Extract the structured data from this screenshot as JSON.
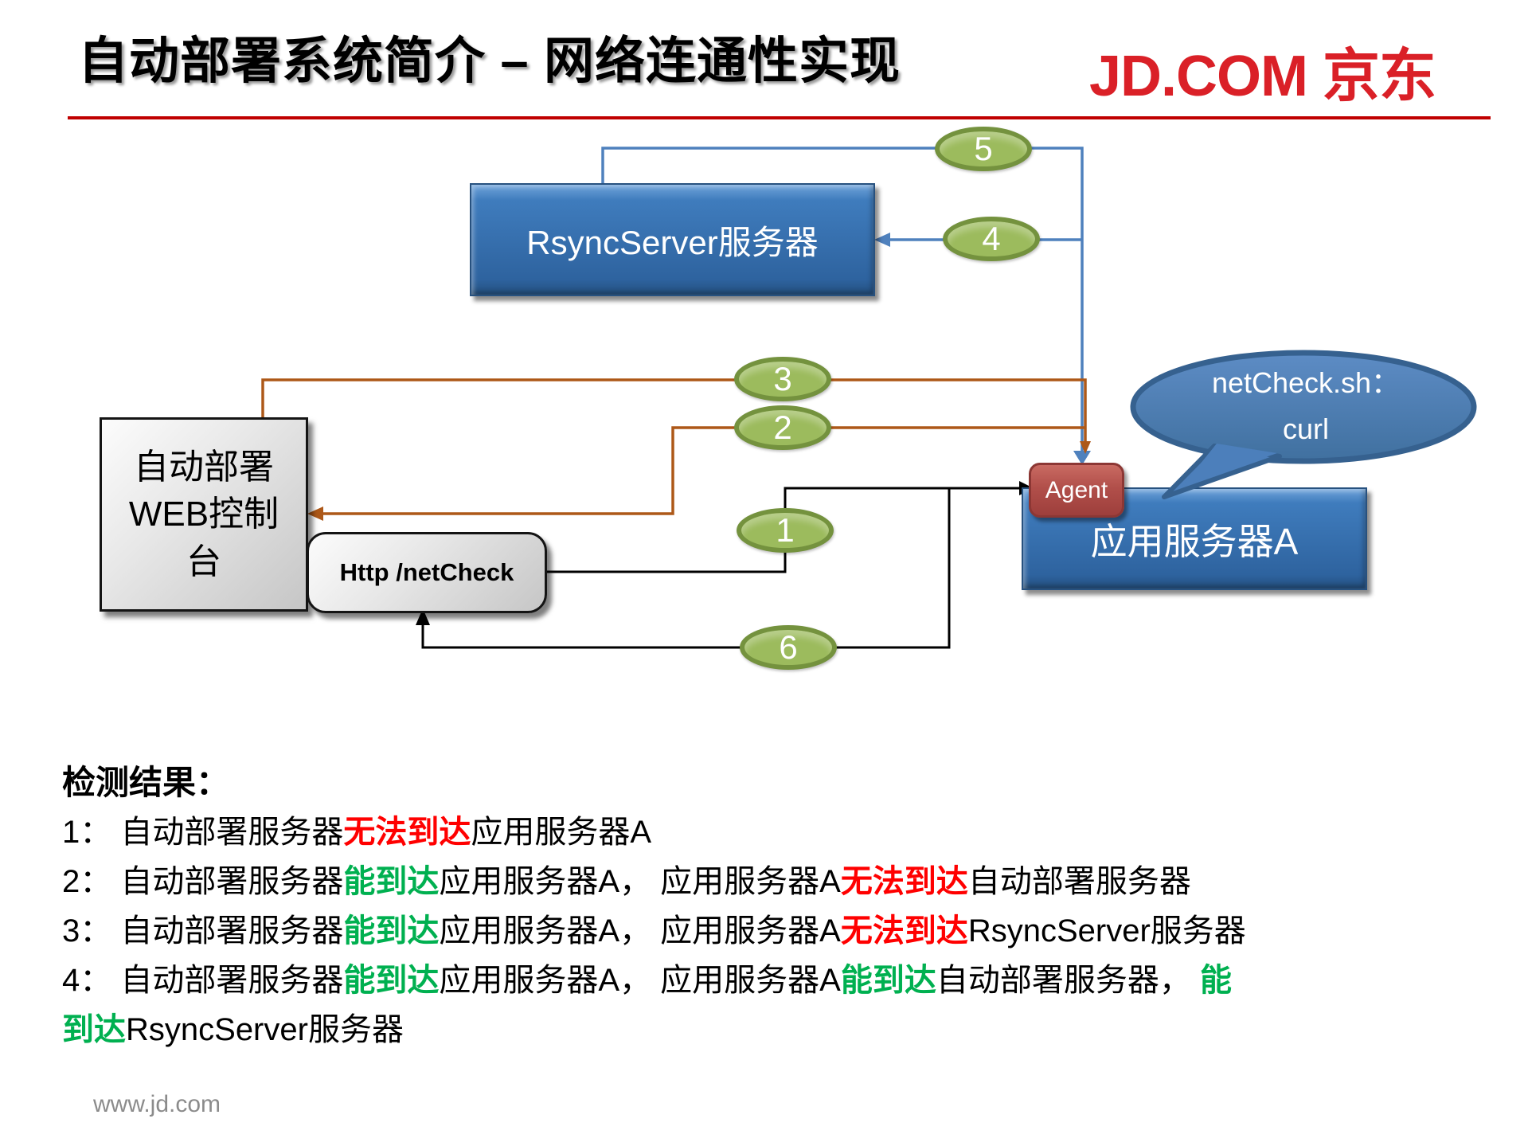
{
  "header": {
    "title": "自动部署系统简介 – 网络连通性实现",
    "logo": "JD.COM 京东"
  },
  "diagram": {
    "rsync_server_label": "RsyncServer服务器",
    "web_console_label": "自动部署\nWEB控制\n台",
    "http_netcheck_label": "Http /netCheck",
    "agent_label": "Agent",
    "app_server_label": "应用服务器A",
    "bubble": {
      "line1": "netCheck.sh：",
      "line2": "curl"
    },
    "badges": [
      {
        "label": "5"
      },
      {
        "label": "4"
      },
      {
        "label": "3"
      },
      {
        "label": "2"
      },
      {
        "label": "1"
      },
      {
        "label": "6"
      }
    ],
    "colors": {
      "blue_line": "#4f81bd",
      "orange_line": "#ad5818",
      "black_line": "#000000",
      "badge_fill": "#9cbb5d",
      "badge_border": "#74923e",
      "box_blue": "#2e639f",
      "agent_red": "#b14f4a",
      "bubble_blue": "#4c7fbb",
      "divider_red": "#c00000",
      "logo_red": "#da2027",
      "result_red": "#ff0000",
      "result_green": "#00b050"
    }
  },
  "results": {
    "heading": "检测结果：",
    "lines": [
      {
        "segments": [
          {
            "text": "1： 自动部署服务器",
            "color": "black"
          },
          {
            "text": "无法到达",
            "color": "red"
          },
          {
            "text": "应用服务器A",
            "color": "black"
          }
        ]
      },
      {
        "segments": [
          {
            "text": "2： 自动部署服务器",
            "color": "black"
          },
          {
            "text": "能到达",
            "color": "green"
          },
          {
            "text": "应用服务器A， 应用服务器A",
            "color": "black"
          },
          {
            "text": "无法到达",
            "color": "red"
          },
          {
            "text": "自动部署服务器",
            "color": "black"
          }
        ]
      },
      {
        "segments": [
          {
            "text": "3： 自动部署服务器",
            "color": "black"
          },
          {
            "text": "能到达",
            "color": "green"
          },
          {
            "text": "应用服务器A， 应用服务器A",
            "color": "black"
          },
          {
            "text": "无法到达",
            "color": "red"
          },
          {
            "text": "RsyncServer服务器",
            "color": "black"
          }
        ]
      },
      {
        "segments": [
          {
            "text": "4： 自动部署服务器",
            "color": "black"
          },
          {
            "text": "能到达",
            "color": "green"
          },
          {
            "text": "应用服务器A， 应用服务器A",
            "color": "black"
          },
          {
            "text": "能到达",
            "color": "green"
          },
          {
            "text": "自动部署服务器， ",
            "color": "black"
          },
          {
            "text": "能",
            "color": "green"
          }
        ]
      },
      {
        "segments": [
          {
            "text": "到达",
            "color": "green"
          },
          {
            "text": "RsyncServer服务器",
            "color": "black"
          }
        ]
      }
    ]
  },
  "footer": {
    "url": "www.jd.com"
  }
}
